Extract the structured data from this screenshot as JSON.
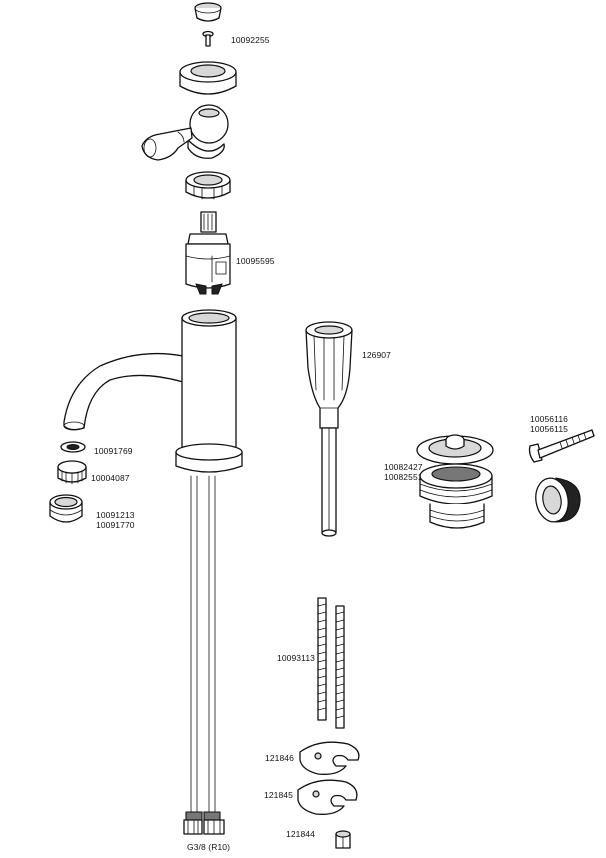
{
  "labels": {
    "part_10092255": "10092255",
    "part_10095595": "10095595",
    "part_126907": "126907",
    "part_10056116": "10056116",
    "part_10056115": "10056115",
    "part_10091769": "10091769",
    "part_10004087": "10004087",
    "part_10082427": "10082427",
    "part_10082551": "10082551",
    "part_10091213": "10091213",
    "part_10091770": "10091770",
    "part_10093113": "10093113",
    "part_121846": "121846",
    "part_121845": "121845",
    "part_121844": "121844",
    "thread_size": "G3/8 (R10)"
  }
}
